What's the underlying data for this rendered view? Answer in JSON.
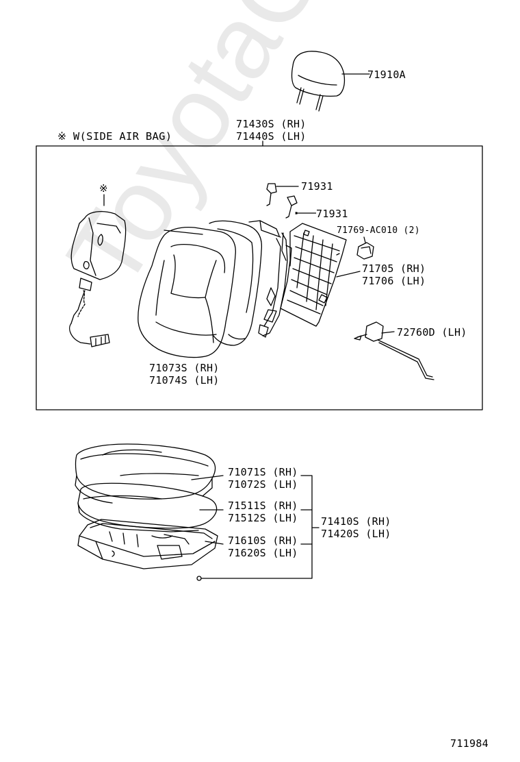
{
  "header_note": "※ W(SIDE AIR BAG)",
  "marker": "※",
  "watermark": "ToyotaCarline.ru",
  "diagram_id": "711984",
  "colors": {
    "ink": "#000000",
    "watermark": "#e9e9e9",
    "background": "#ffffff"
  },
  "parts": {
    "headrest": "71910A",
    "backframe_rh": "71430S (RH)",
    "backframe_lh": "71440S (LH)",
    "support_1": "71931",
    "support_2": "71931",
    "clip": "71769-AC010 (2)",
    "board_rh": "71705 (RH)",
    "board_lh": "71706 (LH)",
    "lever_lh": "72760D (LH)",
    "back_cover_rh": "71073S (RH)",
    "back_cover_lh": "71074S (LH)",
    "cushion_cover_rh": "71071S (RH)",
    "cushion_cover_lh": "71072S (LH)",
    "cushion_pad_rh": "71511S (RH)",
    "cushion_pad_lh": "71512S (LH)",
    "cushion_frame_rh": "71610S (RH)",
    "cushion_frame_lh": "71620S (LH)",
    "cushion_assy_rh": "71410S (RH)",
    "cushion_assy_lh": "71420S (LH)"
  }
}
